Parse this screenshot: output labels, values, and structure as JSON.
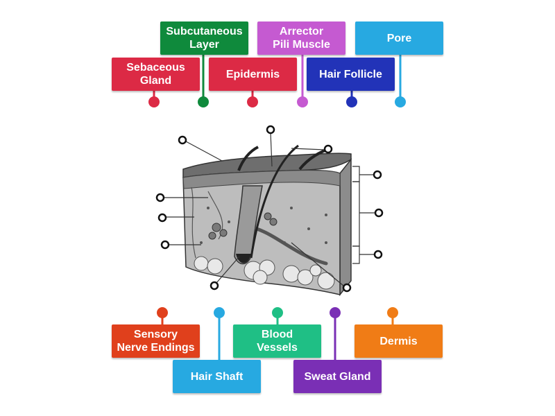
{
  "labels": {
    "subcutaneous": "Subcutaneous\nLayer",
    "arrector": "Arrector\nPili Muscle",
    "pore": "Pore",
    "sebaceous": "Sebaceous\nGland",
    "epidermis": "Epidermis",
    "hair_follicle": "Hair Follicle",
    "sensory": "Sensory\nNerve Endings",
    "blood_vessels": "Blood\nVessels",
    "dermis": "Dermis",
    "hair_shaft": "Hair Shaft",
    "sweat_gland": "Sweat Gland"
  },
  "colors": {
    "subcutaneous": "#0f8a3c",
    "arrector": "#c55ad1",
    "pore": "#27a9e1",
    "sebaceous": "#dc2a45",
    "epidermis": "#dc2a45",
    "hair_follicle": "#2233b8",
    "sensory": "#e0401c",
    "blood_vessels": "#1fbf85",
    "dermis": "#f07c16",
    "hair_shaft": "#27a9e1",
    "sweat_gland": "#7a2fb5"
  }
}
